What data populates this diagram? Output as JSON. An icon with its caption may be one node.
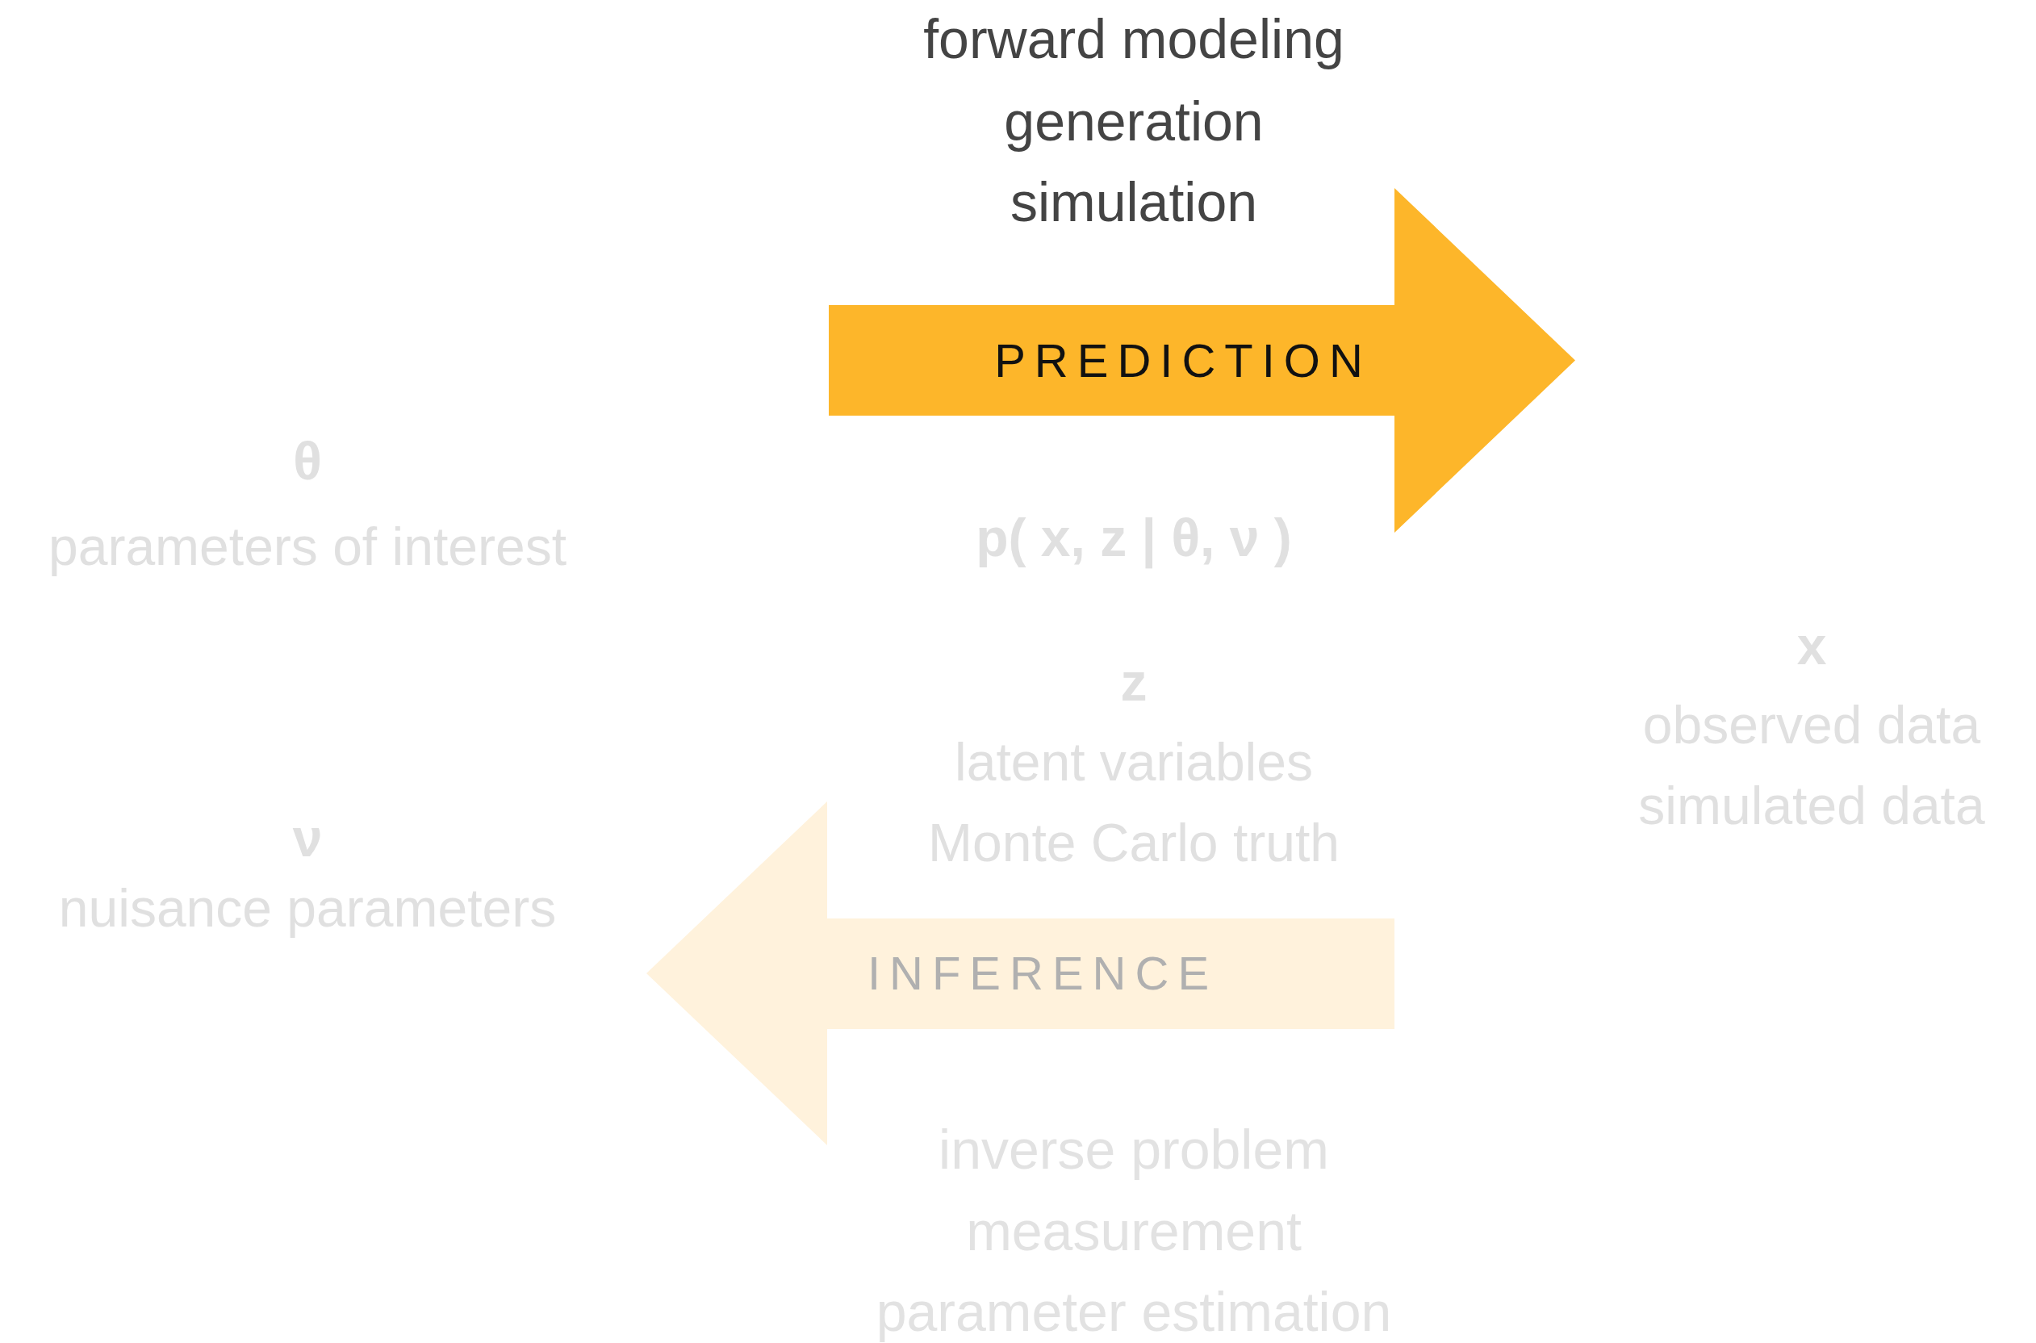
{
  "diagram": {
    "nodes": [
      {
        "text": [
          "PREDICTION"
        ],
        "beside": [
          "forward modeling",
          "generation",
          "simulation"
        ]
      },
      {
        "text": [
          "INFERENCE"
        ],
        "beside": [
          "inverse problem",
          "measurement",
          "parameter estimation"
        ]
      }
    ],
    "labels": [
      "θ",
      "parameters of interest",
      "p( x, z | θ, ν )",
      "z",
      "latent variables",
      "Monte Carlo truth",
      "x",
      "observed data",
      "simulated data",
      "ν",
      "nuisance parameters"
    ]
  }
}
